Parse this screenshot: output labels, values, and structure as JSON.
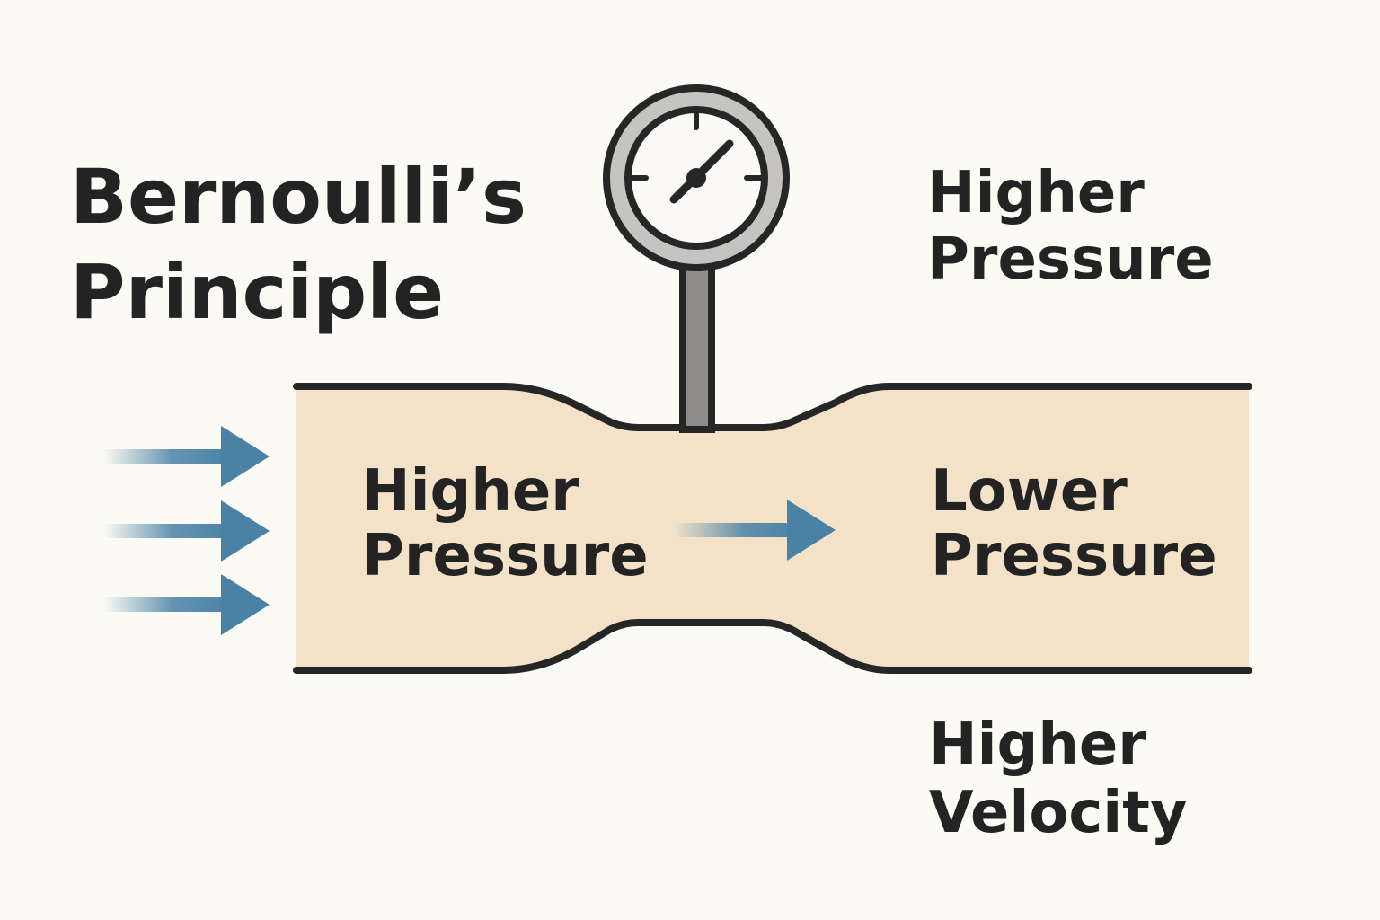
{
  "title": {
    "line1": "Bernoulli’s",
    "line2": "Principle"
  },
  "labels": {
    "gauge_side": {
      "line1": "Higher",
      "line2": "Pressure"
    },
    "inlet": {
      "line1": "Higher",
      "line2": "Pressure"
    },
    "outlet": {
      "line1": "Lower",
      "line2": "Pressure"
    },
    "throat_below": {
      "line1": "Higher",
      "line2": "Velocity"
    }
  },
  "icons": {
    "gauge": "pressure-gauge-icon",
    "flow_arrow": "arrow-right-icon"
  },
  "colors": {
    "background": "#fcfaf4",
    "fluid": "#f3e2c8",
    "outline": "#262626",
    "arrow": "#4a82a6",
    "text": "#232323",
    "gauge_ring": "#c6c4c0"
  }
}
